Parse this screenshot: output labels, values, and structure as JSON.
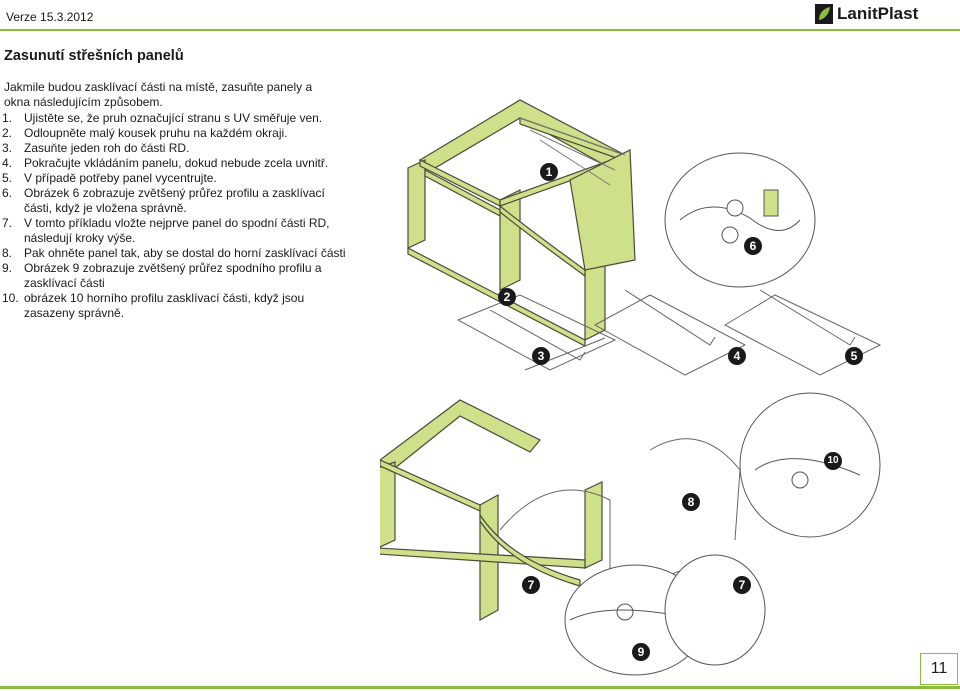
{
  "header": {
    "version": "Verze 15.3.2012",
    "logo_text": "LanitPlast"
  },
  "page": {
    "title": "Zasunutí střešních panelů",
    "intro": "Jakmile budou zasklívací části na místě, zasuňte panely a okna následujícím způsobem.",
    "steps": [
      {
        "num": "1.",
        "text": "Ujistěte se, že pruh označující stranu s UV směřuje ven."
      },
      {
        "num": "2.",
        "text": "Odloupněte malý kousek pruhu na každém okraji."
      },
      {
        "num": "3.",
        "text": "Zasuňte jeden roh do části RD."
      },
      {
        "num": "4.",
        "text": "Pokračujte vkládáním panelu, dokud nebude zcela uvnitř."
      },
      {
        "num": "5.",
        "text": "V případě potřeby panel vycentrujte."
      },
      {
        "num": "6.",
        "text": "Obrázek 6 zobrazuje zvětšený průřez profilu a zasklívací části, když je vložena správně."
      },
      {
        "num": "7.",
        "text": "V tomto příkladu vložte nejprve panel do spodní části RD, následují kroky výše."
      },
      {
        "num": "8.",
        "text": "Pak ohněte panel tak, aby se dostal do horní zasklívací části"
      },
      {
        "num": "9.",
        "text": "Obrázek 9 zobrazuje zvětšený průřez spodního profilu a zasklívací části"
      },
      {
        "num": "10.",
        "text": "obrázek 10 horního profilu zasklívací části, když jsou zasazeny správně."
      }
    ],
    "page_number": "11"
  },
  "figure": {
    "badges": [
      "1",
      "2",
      "3",
      "4",
      "5",
      "6",
      "7",
      "8",
      "9",
      "10",
      "7"
    ],
    "frame_color": "#cfe08a",
    "frame_stroke": "#4a4a3a"
  }
}
